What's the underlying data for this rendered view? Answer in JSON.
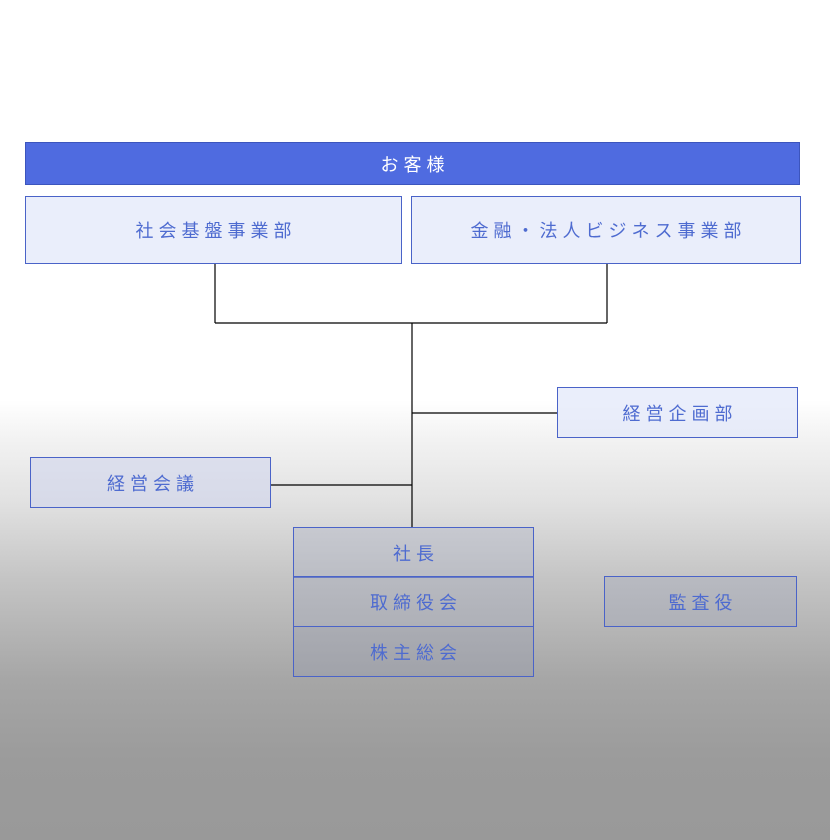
{
  "org_chart": {
    "customer": "お客様",
    "departments": {
      "left": "社会基盤事業部",
      "right": "金融・法人ビジネス事業部"
    },
    "corporate_planning": "経営企画部",
    "management_meeting": "経営会議",
    "governance_stack": {
      "president": "社長",
      "board": "取締役会",
      "shareholders": "株主総会"
    },
    "auditor": "監査役"
  },
  "colors": {
    "header_fill": "#4f6be0",
    "box_border": "#4a63c8",
    "box_text": "#4e6bd0",
    "connector": "#000000"
  }
}
